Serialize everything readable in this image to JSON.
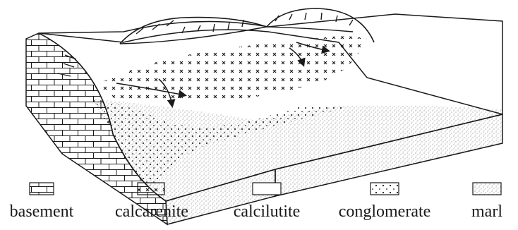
{
  "legend": {
    "items": [
      {
        "key": "basement",
        "label": "basement",
        "pattern": "brick"
      },
      {
        "key": "calcarenite",
        "label": "calcarenite",
        "pattern": "crosses"
      },
      {
        "key": "calcilutite",
        "label": "calcilutite",
        "pattern": "blank"
      },
      {
        "key": "conglomerate",
        "label": "conglomerate",
        "pattern": "dots"
      },
      {
        "key": "marl",
        "label": "marl",
        "pattern": "stipple"
      }
    ]
  },
  "colors": {
    "ink": "#1a1a1a",
    "background": "#ffffff"
  }
}
